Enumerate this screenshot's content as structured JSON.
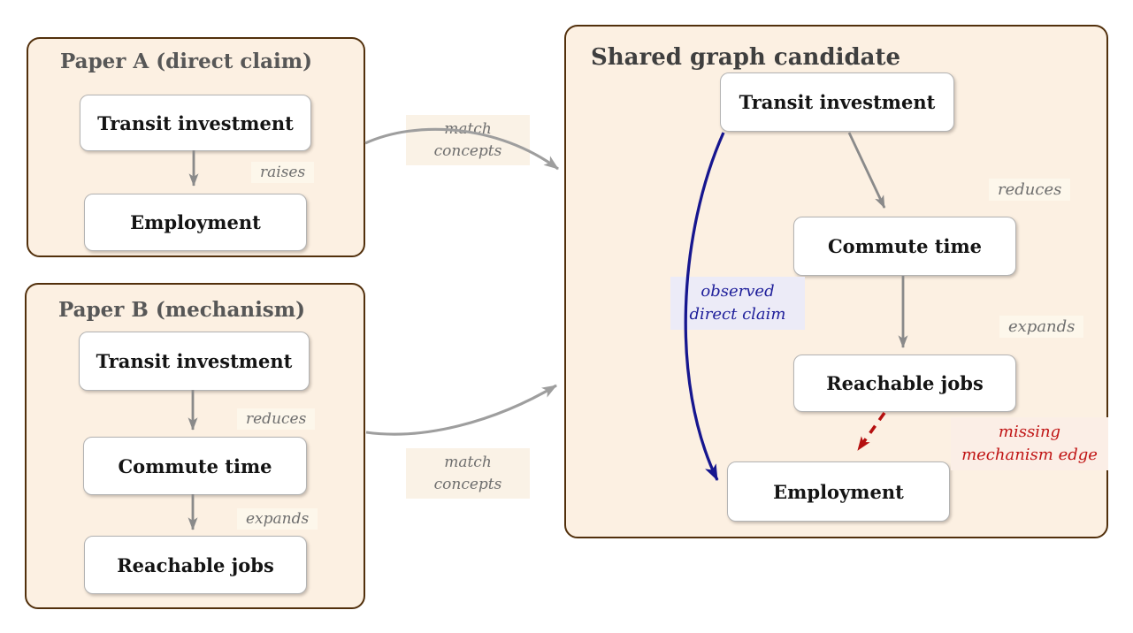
{
  "paper_a": {
    "title": "Paper A (direct claim)",
    "nodes": {
      "transit": "Transit investment",
      "employment": "Employment"
    },
    "edges": {
      "raises": "raises"
    }
  },
  "paper_b": {
    "title": "Paper B (mechanism)",
    "nodes": {
      "transit": "Transit investment",
      "commute": "Commute time",
      "reachable": "Reachable jobs"
    },
    "edges": {
      "reduces": "reduces",
      "expands": "expands"
    }
  },
  "shared": {
    "title": "Shared graph candidate",
    "nodes": {
      "transit": "Transit investment",
      "commute": "Commute time",
      "reachable": "Reachable jobs",
      "employment": "Employment"
    },
    "edges": {
      "reduces": "reduces",
      "expands": "expands"
    },
    "observed_label": {
      "line1": "observed",
      "line2": "direct claim"
    },
    "missing_label": {
      "line1": "missing",
      "line2": "mechanism edge"
    }
  },
  "connectors": {
    "match_top": {
      "line1": "match",
      "line2": "concepts"
    },
    "match_bottom": {
      "line1": "match",
      "line2": "concepts"
    }
  },
  "colors": {
    "panel_background": "#fcf0e2",
    "panel_border": "#52300c",
    "node_background": "#ffffff",
    "arrow_gray": "#8a8a8a",
    "match_arrow_gray": "#9e9e9e",
    "observed_blue": "#16168f",
    "missing_red": "#b51010"
  }
}
